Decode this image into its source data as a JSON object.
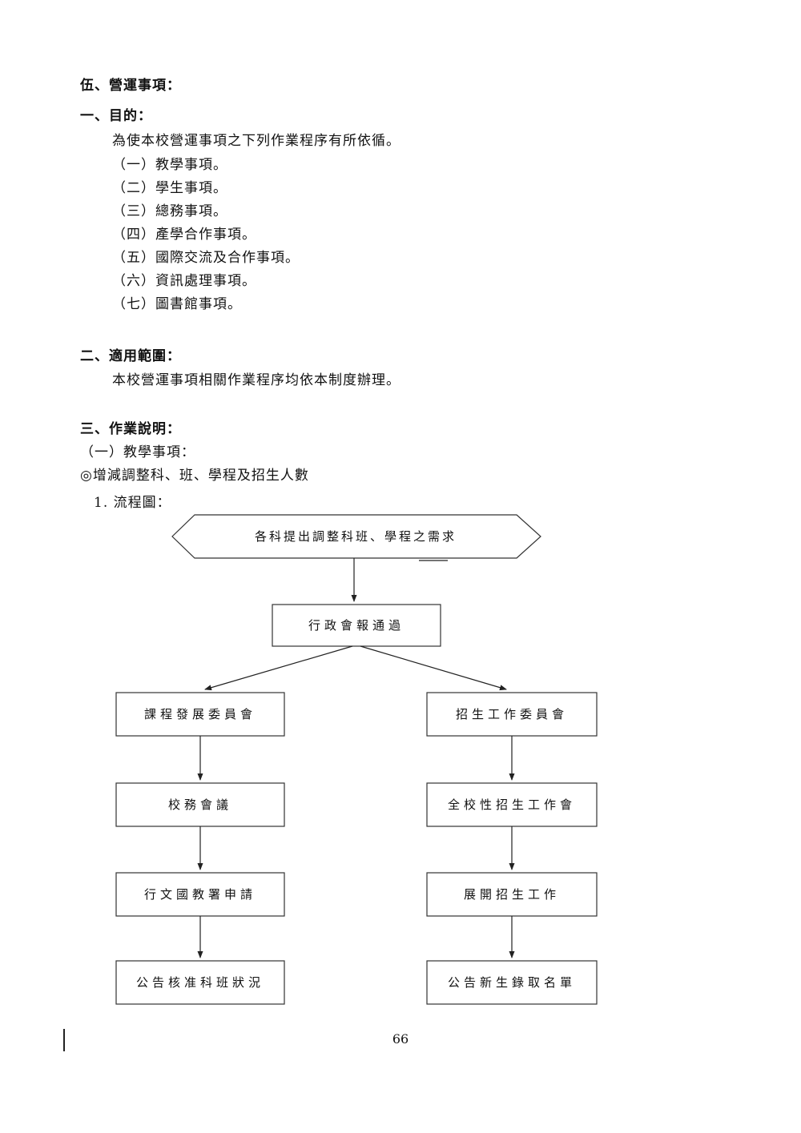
{
  "doc": {
    "section5_title": "伍、營運事項：",
    "purpose_heading": "一、目的：",
    "purpose_intro": "為使本校營運事項之下列作業程序有所依循。",
    "purpose_items": [
      "（一）教學事項。",
      "（二）學生事項。",
      "（三）總務事項。",
      "（四）產學合作事項。",
      "（五）國際交流及合作事項。",
      "（六）資訊處理事項。",
      "（七）圖書館事項。"
    ],
    "scope_heading": "二、適用範圍：",
    "scope_body": "本校營運事項相關作業程序均依本制度辦理。",
    "ops_heading": "三、作業說明：",
    "ops_sub_teaching": "（一）教學事項：",
    "ops_sub_adjust": "◎增減調整科、班、學程及招生人數",
    "flow_label": "1. 流程圖："
  },
  "flowchart": {
    "start": "各科提出調整科班、學程之需求",
    "step_admin": "行政會報通過",
    "left": [
      "課程發展委員會",
      "校務會議",
      "行文國教署申請",
      "公告核准科班狀況"
    ],
    "right": [
      "招生工作委員會",
      "全校性招生工作會",
      "展開招生工作",
      "公告新生錄取名單"
    ]
  },
  "page": {
    "number": "66"
  }
}
